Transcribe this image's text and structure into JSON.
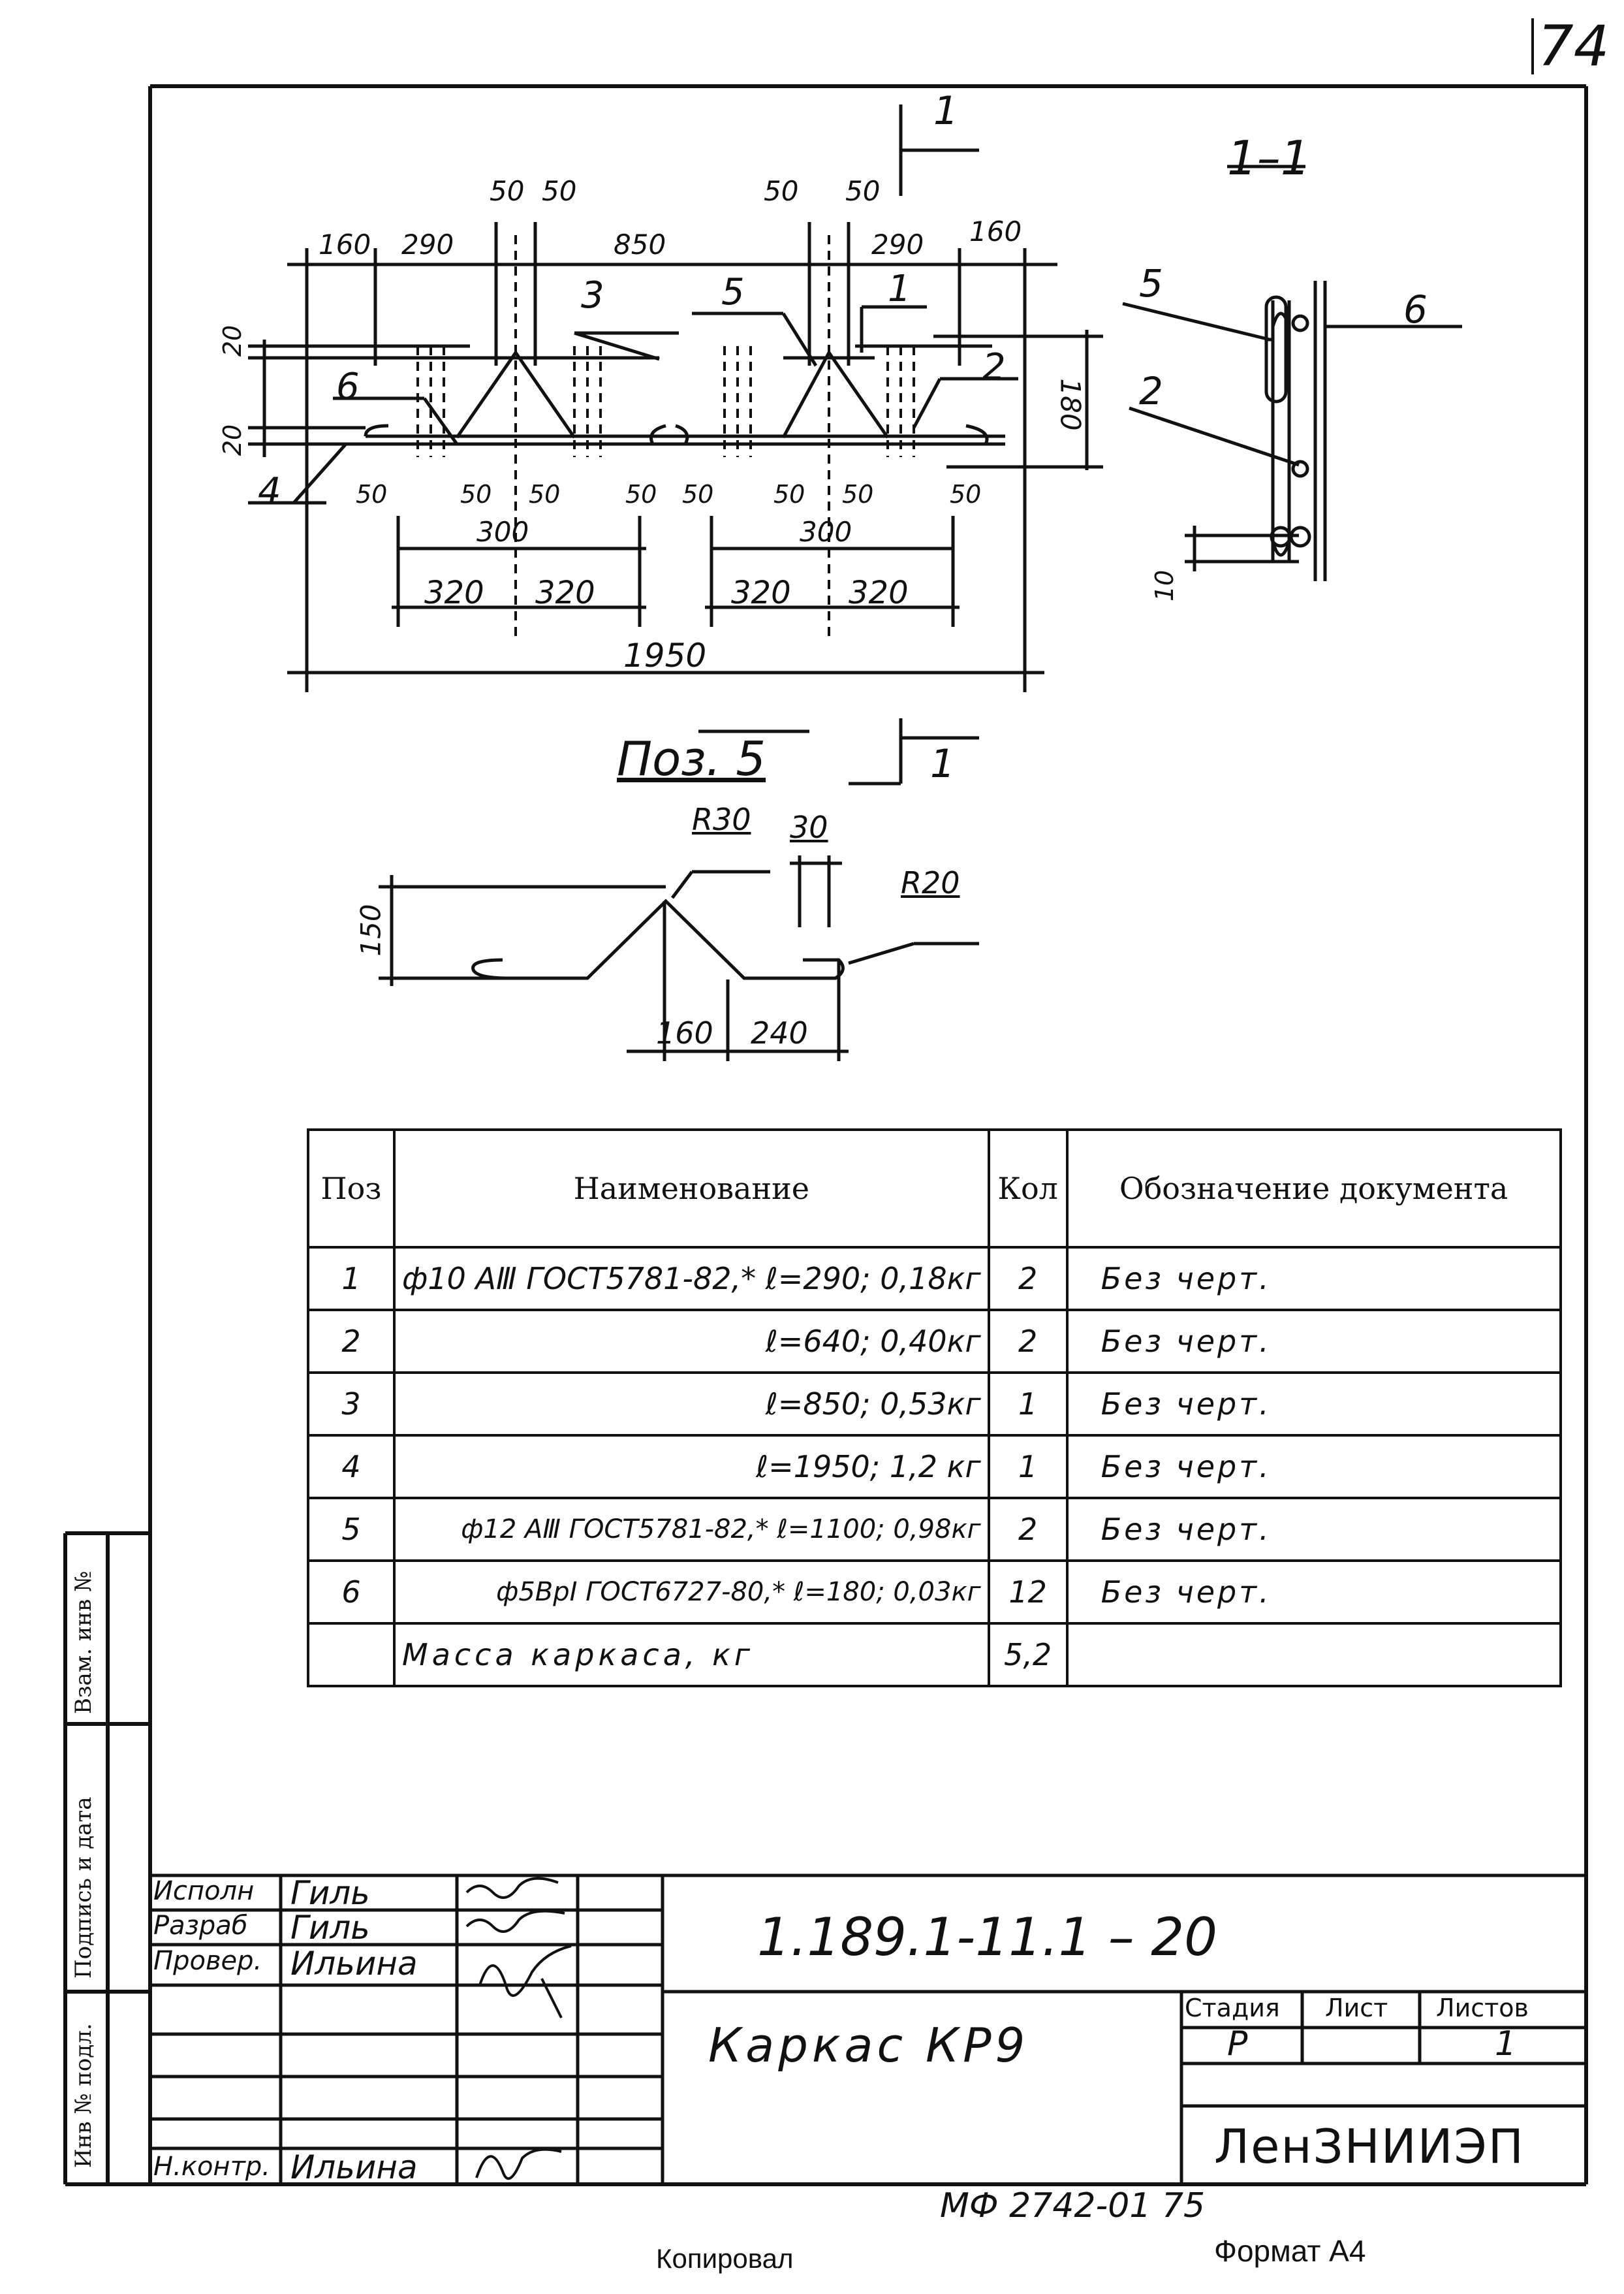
{
  "sheet_number": "74",
  "drawing": {
    "section_label": "1–1",
    "cut_marker": "1",
    "detail_title": "Поз. 5",
    "dims": {
      "top": [
        "160",
        "290",
        "50",
        "50",
        "850",
        "50",
        "50",
        "290",
        "160"
      ],
      "vertical_left": [
        "20",
        "20"
      ],
      "vertical_right": "180",
      "bottom_small": [
        "50",
        "50",
        "50",
        "50",
        "50",
        "50",
        "50",
        "50"
      ],
      "bottom_300": [
        "300",
        "300"
      ],
      "bottom_320": [
        "320",
        "320",
        "320",
        "320"
      ],
      "total": "1950",
      "section_10": "10"
    },
    "position_labels": [
      "1",
      "2",
      "3",
      "4",
      "5",
      "6"
    ],
    "section_labels": [
      "5",
      "2",
      "6"
    ],
    "detail_dims": {
      "r30": "R30",
      "r20": "R20",
      "d30": "30",
      "d150": "150",
      "d160": "160",
      "d240": "240"
    }
  },
  "table": {
    "headers": {
      "pos": "Поз",
      "name": "Наименование",
      "qty": "Кол",
      "doc": "Обозначение документа"
    },
    "rows": [
      {
        "pos": "1",
        "name": "ф10 АⅢ ГОСТ5781-82,* ℓ=290; 0,18кг",
        "qty": "2",
        "doc": "Без черт."
      },
      {
        "pos": "2",
        "name": "ℓ=640; 0,40кг",
        "qty": "2",
        "doc": "Без черт."
      },
      {
        "pos": "3",
        "name": "ℓ=850; 0,53кг",
        "qty": "1",
        "doc": "Без черт."
      },
      {
        "pos": "4",
        "name": "ℓ=1950; 1,2 кг",
        "qty": "1",
        "doc": "Без черт."
      },
      {
        "pos": "5",
        "name": "ф12 АⅢ ГОСТ5781-82,* ℓ=1100; 0,98кг",
        "qty": "2",
        "doc": "Без черт."
      },
      {
        "pos": "6",
        "name": "ф5ВрⅠ ГОСТ6727-80,* ℓ=180; 0,03кг",
        "qty": "12",
        "doc": "Без черт."
      },
      {
        "pos": "",
        "name": "Масса каркаса, кг",
        "qty": "5,2",
        "doc": ""
      }
    ]
  },
  "side_stamp": {
    "col1": "Инв № подл.",
    "col2": "Подпись и дата",
    "col3": "Взам. инв №"
  },
  "title_block": {
    "roles": [
      "Исполн",
      "Разраб",
      "Провер.",
      "",
      "",
      "",
      "Н.контр."
    ],
    "names": [
      "Гиль",
      "Гиль",
      "Ильина",
      "",
      "",
      "",
      "Ильина"
    ],
    "designation": "1.189.1-11.1 – 20",
    "item_name": "Каркас КР9",
    "stage_label": "Стадия",
    "sheet_label": "Лист",
    "sheets_label": "Листов",
    "stage_value": "Р",
    "sheet_value": "",
    "sheets_value": "1",
    "organization": "ЛенЗНИИЭП"
  },
  "footer": {
    "copy_ref": "МФ 2742-01  75",
    "copied": "Копировал",
    "format": "Формат А4"
  }
}
